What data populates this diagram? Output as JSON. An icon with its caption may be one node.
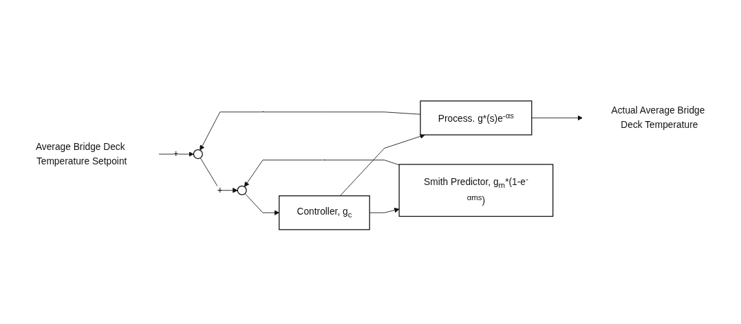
{
  "diagram": {
    "nodes": [
      {
        "text": [
          "Average Bridge Deck Temperature Setpoint"
        ]
      },
      {
        "text": [],
        "shape": "circle"
      },
      {
        "text": [],
        "shape": "circle"
      },
      {
        "text": [
          "Controller, g$_{c}$"
        ]
      },
      {
        "text": [
          "Process. g*(s)e$^{-αs}$"
        ]
      },
      {
        "text": [
          "Smith Predictor, g$_{m}$*(1-e$^{-αms}$)"
        ]
      },
      {
        "text": [
          "Actual Average Bridge Deck Temperature"
        ]
      }
    ],
    "edges": [
      {
        "from": 0,
        "to": 1,
        "arrow": "to",
        "label": "+"
      },
      {
        "from": 1,
        "to": 2,
        "arrow": "to",
        "label": "+"
      },
      {
        "from": 2,
        "to": 3,
        "arrow": "to"
      },
      {
        "from": 3,
        "to": 4,
        "arrow": "to"
      },
      {
        "from": 3,
        "to": 5,
        "arrow": "to"
      },
      {
        "from": 5,
        "to": 2,
        "arrow": "to",
        "label": "-"
      },
      {
        "from": 4,
        "to": 6,
        "arrow": "to"
      },
      {
        "from": 4,
        "to": 1,
        "arrow": "to",
        "label": "-"
      }
    ]
  }
}
